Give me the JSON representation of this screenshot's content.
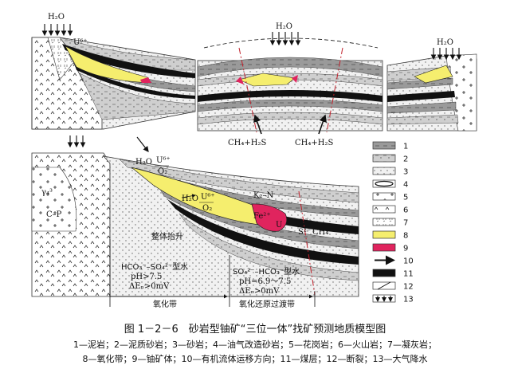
{
  "labels": {
    "h2o_a": "H₂O",
    "h2o_b": "H₂O",
    "h2o_c": "H₂O",
    "h2o_d": "H₂O",
    "u6_a": "U⁶⁺",
    "u6_d": "U⁶⁺",
    "o2_d": "O₂",
    "h2o_e": "H₂O",
    "u6_e": "U⁶⁺",
    "o2_e": "O₂",
    "ch4_a": "CH₄+H₂S",
    "ch4_b": "CH₄+H₂S",
    "k2n": "K₂–N",
    "fe2": "Fe²⁺",
    "u_ore": "U",
    "fe_r": "Fe²⁺",
    "s2": "S²⁻",
    "ch4_r": "CH₄",
    "granite": "γ₄³",
    "cp": "C–P",
    "uplift": "整体抬升",
    "water1_type": "HCO₃⁻–SO₄²⁻型水",
    "water1_ph": "pH>7.5",
    "water1_eh": "ΔEₙ>0mV",
    "water2_type": "SO₄²⁻–HCO₃⁻型水",
    "water2_ph": "pH=6.9～7.5",
    "water2_eh": "ΔEₙ>0mV",
    "zone_ox": "氧化带",
    "zone_tr": "氧化还原过渡带"
  },
  "legend": {
    "colors": {
      "ox": "#f5ee6e",
      "ore": "#e0245e",
      "coal": "#111111"
    },
    "items": [
      {
        "num": "1",
        "type": "mudstone"
      },
      {
        "num": "2",
        "type": "muddy-sandstone"
      },
      {
        "num": "3",
        "type": "sandstone"
      },
      {
        "num": "4",
        "type": "oil-altered"
      },
      {
        "num": "5",
        "type": "granite"
      },
      {
        "num": "6",
        "type": "volcanic"
      },
      {
        "num": "7",
        "type": "tuff"
      },
      {
        "num": "8",
        "type": "oxidation"
      },
      {
        "num": "9",
        "type": "ore"
      },
      {
        "num": "10",
        "type": "fluid-arrow"
      },
      {
        "num": "11",
        "type": "coal"
      },
      {
        "num": "12",
        "type": "fault"
      },
      {
        "num": "13",
        "type": "precipitation"
      }
    ]
  },
  "caption": "图 1－2－6　砂岩型铀矿“三位一体”找矿预测地质模型图",
  "legend_text_1": "1—泥岩；2—泥质砂岩；3—砂岩；4—油气改造砂岩；5—花岗岩；6—火山岩；7—凝灰岩；",
  "legend_text_2": "8—氧化带；9—铀矿体；10—有机流体运移方向；11—煤层；12—断裂；13—大气降水"
}
